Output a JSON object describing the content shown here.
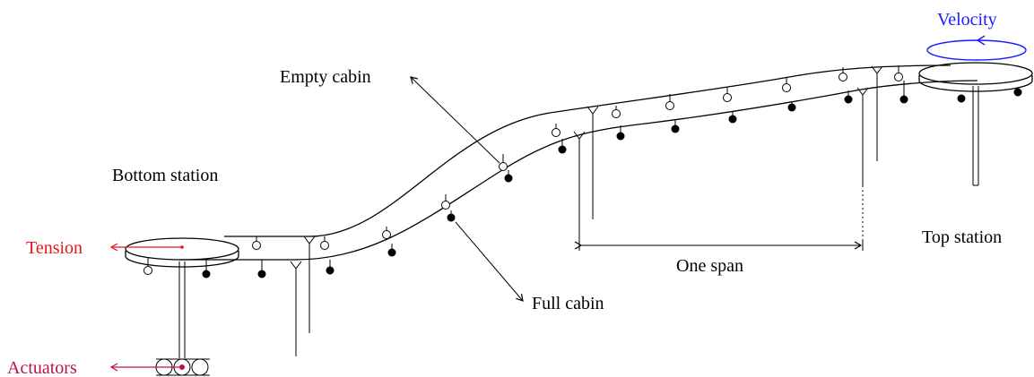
{
  "labels": {
    "bottom_station": "Bottom station",
    "top_station": "Top station",
    "empty_cabin": "Empty cabin",
    "full_cabin": "Full cabin",
    "one_span": "One span",
    "tension": "Tension",
    "actuators": "Actuators",
    "velocity": "Velocity"
  },
  "colors": {
    "tension": "#e8141c",
    "actuators": "#c0104a",
    "velocity": "#1a1aff",
    "line": "#000000"
  }
}
